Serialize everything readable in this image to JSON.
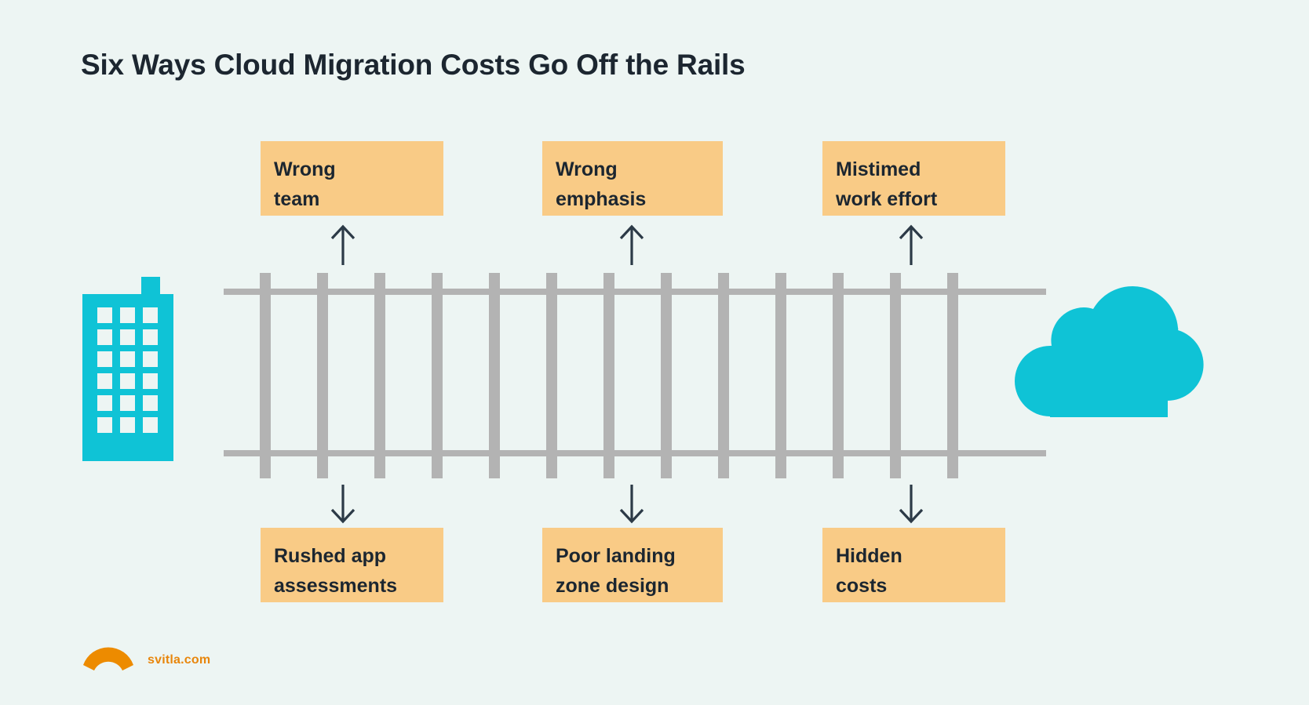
{
  "page": {
    "title": "Six Ways Cloud Migration Costs Go Off the Rails",
    "background_color": "#EDF5F3"
  },
  "colors": {
    "background": "#EDF5F3",
    "callout_fill": "#F9CB86",
    "text_dark": "#1C2630",
    "rail_gray": "#B3B3B3",
    "cloud_cyan": "#0FC3D6",
    "building_cyan": "#0FC3D6",
    "logo_orange": "#E8860C",
    "arrow_dark": "#2C3A47"
  },
  "diagram": {
    "source_icon": {
      "name": "office-building-icon",
      "window_rows": 6,
      "window_cols": 3
    },
    "destination_icon": {
      "name": "cloud-icon"
    },
    "track": {
      "tie_count": 13,
      "rail_count": 2
    },
    "callouts_top": [
      {
        "id": "wrong-team",
        "lines": [
          "Wrong",
          "team"
        ],
        "arrow": "up"
      },
      {
        "id": "wrong-emphasis",
        "lines": [
          "Wrong",
          "emphasis"
        ],
        "arrow": "up"
      },
      {
        "id": "mistimed-work-effort",
        "lines": [
          "Mistimed",
          "work effort"
        ],
        "arrow": "up"
      }
    ],
    "callouts_bottom": [
      {
        "id": "rushed-app-assessments",
        "lines": [
          "Rushed app",
          "assessments"
        ],
        "arrow": "down"
      },
      {
        "id": "poor-landing-zone",
        "lines": [
          "Poor landing",
          "zone design"
        ],
        "arrow": "down"
      },
      {
        "id": "hidden-costs",
        "lines": [
          "Hidden",
          "costs"
        ],
        "arrow": "down"
      }
    ]
  },
  "footer": {
    "logo_mark_name": "svitla-arc-logo",
    "logo_text": "svitla.com"
  }
}
